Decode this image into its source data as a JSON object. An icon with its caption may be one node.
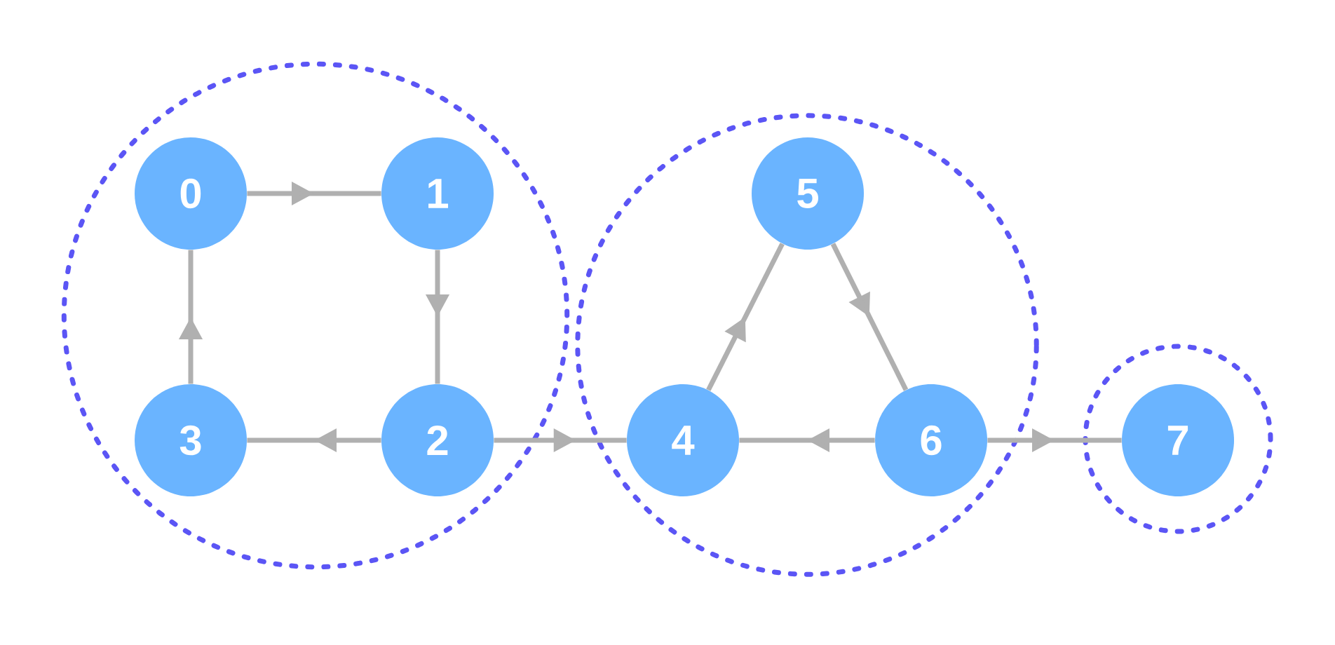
{
  "diagram": {
    "nodes": [
      {
        "text": [],
        "shape": "circle"
      },
      {
        "text": [
          "0"
        ],
        "in": 0
      },
      {
        "text": [
          "1"
        ],
        "in": 0
      },
      {
        "text": [
          "3"
        ],
        "in": 0
      },
      {
        "text": [
          "2"
        ],
        "in": 0
      },
      {
        "text": [],
        "shape": "circle"
      },
      {
        "text": [
          "5"
        ],
        "in": 5
      },
      {
        "text": [
          "4"
        ],
        "in": 5
      },
      {
        "text": [
          "6"
        ],
        "in": 5
      },
      {
        "text": [],
        "shape": "circle"
      },
      {
        "text": [
          "7"
        ],
        "in": 9
      }
    ],
    "edges": [
      {
        "from": 1,
        "to": 2,
        "arrow": "to"
      },
      {
        "from": 2,
        "to": 4,
        "arrow": "to"
      },
      {
        "from": 4,
        "to": 3,
        "arrow": "to"
      },
      {
        "from": 3,
        "to": 1,
        "arrow": "to"
      },
      {
        "from": 4,
        "to": 7,
        "arrow": "to"
      },
      {
        "from": 7,
        "to": 6,
        "arrow": "to"
      },
      {
        "from": 6,
        "to": 8,
        "arrow": "to"
      },
      {
        "from": 8,
        "to": 7,
        "arrow": "to"
      },
      {
        "from": 8,
        "to": 10,
        "arrow": "to"
      }
    ]
  }
}
